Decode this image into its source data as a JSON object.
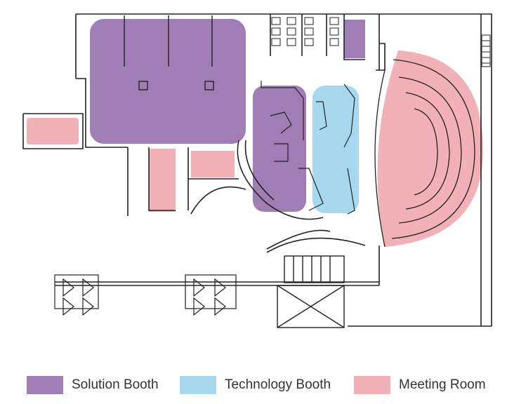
{
  "legend": [
    {
      "label": "Solution Booth",
      "color": "#a07db5"
    },
    {
      "label": "Technology Booth",
      "color": "#a8d8ef"
    },
    {
      "label": "Meeting Room",
      "color": "#f2b1b6"
    }
  ],
  "colors": {
    "wall": "#222222",
    "solution": "#a07db5",
    "technology": "#a8d8ef",
    "meeting": "#f2b1b6",
    "background": "#ffffff"
  }
}
